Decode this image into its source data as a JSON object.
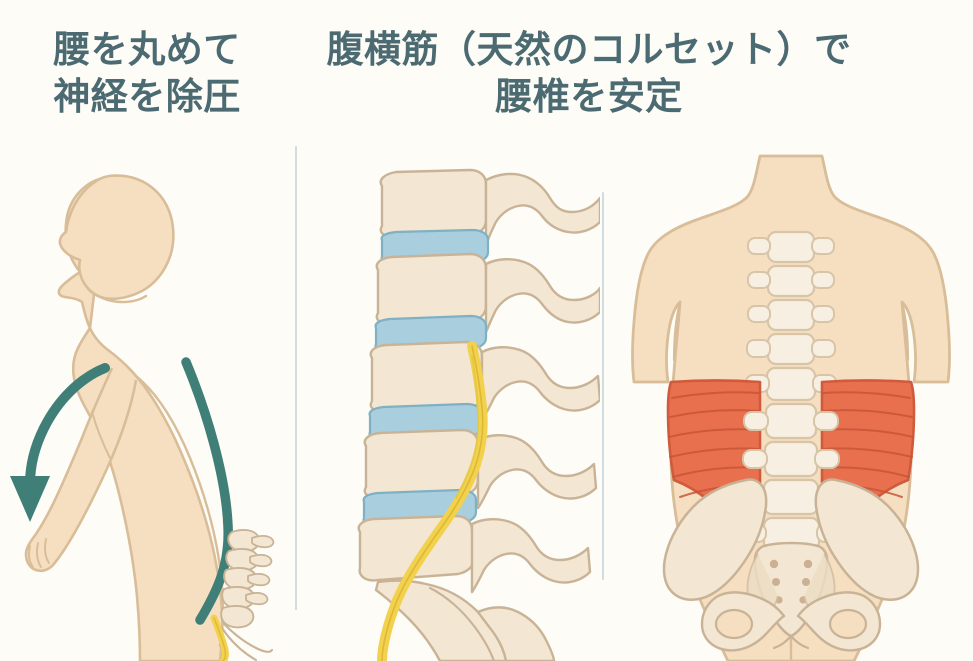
{
  "background_color": "#fdfcf6",
  "titles": {
    "left": {
      "line1": "腰を丸めて",
      "line2": "神経を除圧",
      "text": "腰を丸めて\n神経を除圧",
      "color": "#4c6a72"
    },
    "right": {
      "line1": "腹横筋（天然のコルセット）で",
      "line2": "腰椎を安定",
      "text": "腹横筋（天然のコルセット）で\n腰椎を安定",
      "color": "#4c6a72"
    }
  },
  "palette": {
    "skin_fill": "#f6dfc0",
    "skin_outline": "#d8bd98",
    "bone_fill": "#f3e6d2",
    "bone_outline": "#c9b396",
    "vertebra_light": "#f7f0e2",
    "disc_fill": "#a9cedd",
    "disc_outline": "#7fb0c4",
    "muscle_fill": "#e8704f",
    "muscle_outline": "#cf5b3c",
    "muscle_striation": "#c95538",
    "nerve_fill": "#f2d14e",
    "nerve_outline": "#d9b52f",
    "accent_teal": "#3f7f77",
    "divider": "#cfdde1",
    "title_color": "#4c6a72"
  },
  "panels": {
    "left": {
      "name": "side-view-forward-bend",
      "caption_ref": "titles.left",
      "elements": [
        {
          "name": "human-body-side-silhouette",
          "label": "側面の人体シルエット"
        },
        {
          "name": "spine-curve-highlight",
          "label": "背骨のカーブ（ティール）"
        },
        {
          "name": "lumbar-vertebrae-inset",
          "label": "腰椎"
        },
        {
          "name": "spinal-nerve-highlight",
          "label": "神経（黄色）"
        },
        {
          "name": "bend-direction-arrow",
          "label": "前屈方向の矢印"
        }
      ]
    },
    "middle": {
      "name": "lumbar-spine-lateral",
      "elements": [
        {
          "name": "vertebral-body",
          "label": "椎体",
          "count": 5
        },
        {
          "name": "intervertebral-disc",
          "label": "椎間板",
          "count": 4
        },
        {
          "name": "spinous-process",
          "label": "棘突起",
          "count": 5
        },
        {
          "name": "spinal-nerve",
          "label": "神経根・馬尾",
          "count": 1
        },
        {
          "name": "sacrum",
          "label": "仙骨",
          "count": 1
        }
      ]
    },
    "right": {
      "name": "torso-back-view-transverse-abdominis",
      "caption_ref": "titles.right",
      "elements": [
        {
          "name": "torso-back-silhouette",
          "label": "背面の体幹"
        },
        {
          "name": "vertebral-column",
          "label": "脊柱"
        },
        {
          "name": "transverse-abdominis-muscle",
          "label": "腹横筋",
          "side_count": 2
        },
        {
          "name": "pelvis",
          "label": "骨盤"
        },
        {
          "name": "sacrum",
          "label": "仙骨"
        }
      ]
    }
  }
}
